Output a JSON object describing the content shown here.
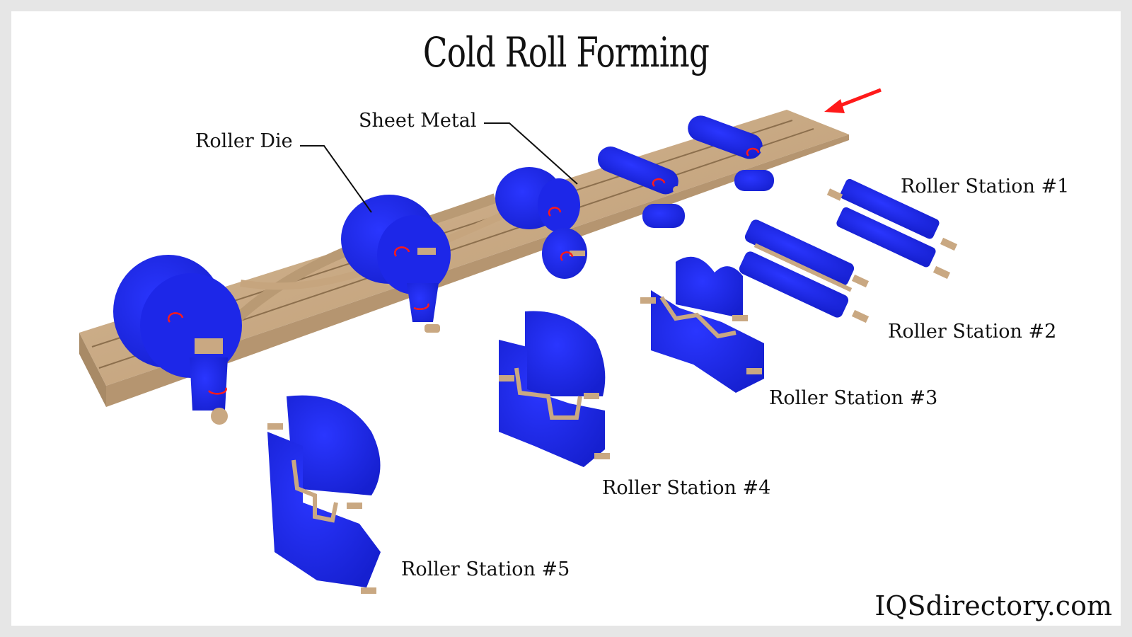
{
  "title": "Cold Roll Forming",
  "labels": {
    "roller_die": "Roller Die",
    "sheet_metal": "Sheet Metal",
    "station_1": "Roller Station #1",
    "station_2": "Roller Station #2",
    "station_3": "Roller Station #3",
    "station_4": "Roller Station #4",
    "station_5": "Roller Station #5"
  },
  "brand": "IQSdirectory.com",
  "colors": {
    "roller": "#1f2bff",
    "roller_dark": "#1820c8",
    "metal": "#c9a882",
    "metal_dark": "#a88a66",
    "arrow": "#ff1a1a",
    "background": "#ffffff",
    "frame": "#e6e6e6"
  },
  "feed_arrow_icon": "red-feed-direction-arrow"
}
